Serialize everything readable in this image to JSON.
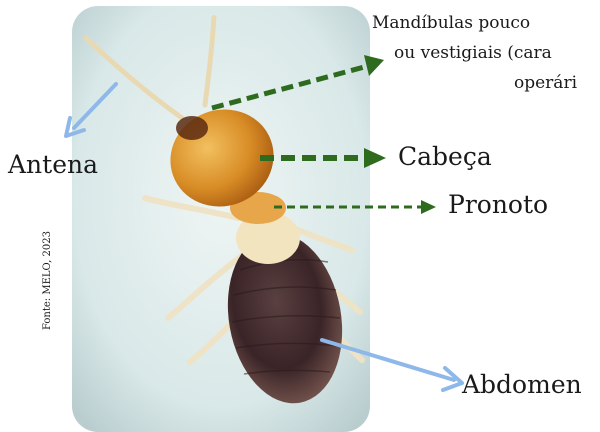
{
  "labels": {
    "mandibulas_line1": "Mandíbulas pouco",
    "mandibulas_line2": "ou vestigiais (cara",
    "mandibulas_line3": "operári",
    "antena": "Antena",
    "cabeca": "Cabeça",
    "pronoto": "Pronoto",
    "abdomen": "Abdomen"
  },
  "credit": "Fonte: MELO, 2023",
  "colors": {
    "green_arrow": "#2e6b1f",
    "blue_arrow": "#8fb8ea",
    "photo_background": "#dbe9e8"
  },
  "icons": {
    "specimen": "termite-soldier-photo"
  }
}
